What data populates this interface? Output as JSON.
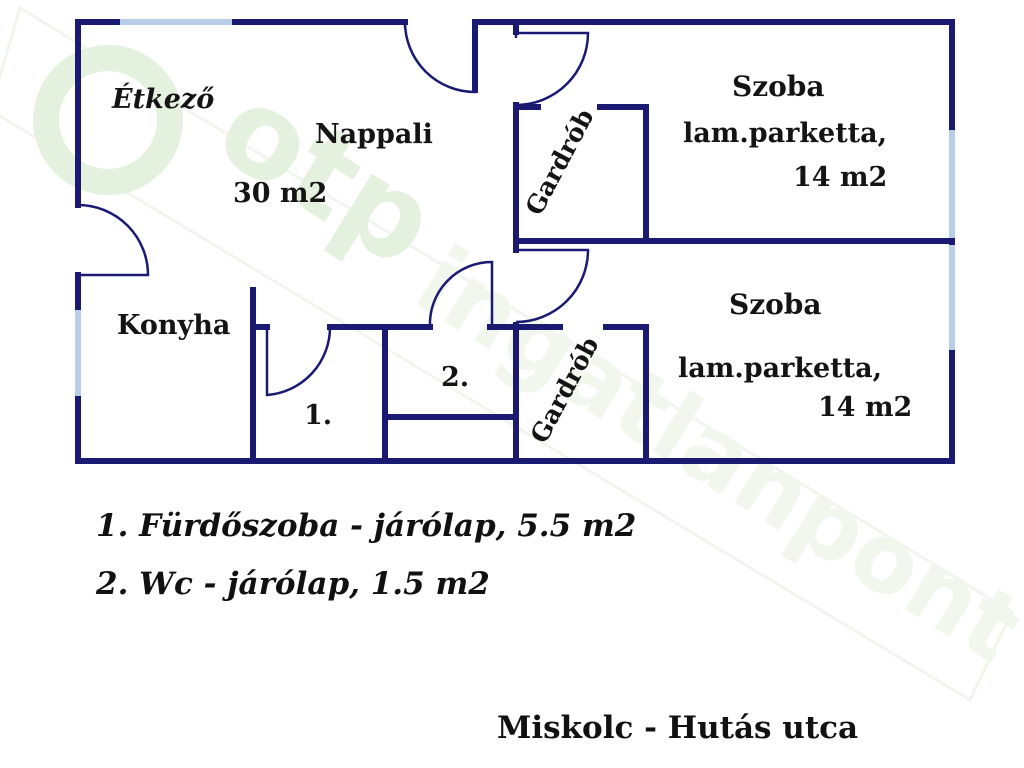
{
  "rooms": {
    "etkezo": "Étkező",
    "nappali": "Nappali",
    "nappali_area": "30 m2",
    "konyha": "Konyha",
    "bath_num": "1.",
    "wc_num": "2.",
    "gardrob_top": "Gardrób",
    "gardrob_bottom": "Gardrób",
    "room_top_title": "Szoba",
    "room_top_floor": "lam.parketta,",
    "room_top_area": "14 m2",
    "room_bottom_title": "Szoba",
    "room_bottom_floor": "lam.parketta,",
    "room_bottom_area": "14 m2"
  },
  "legend": {
    "line1": "1. Fürdőszoba - járólap, 5.5 m2",
    "line2": "2. Wc - járólap, 1.5 m2"
  },
  "address": "Miskolc - Hutás utca",
  "watermark": {
    "brand": "otp",
    "name": "ingatlanpont"
  },
  "colors": {
    "wall": "#1a1a73",
    "window": "#b8cde6",
    "watermark": "#cfe6c4"
  }
}
